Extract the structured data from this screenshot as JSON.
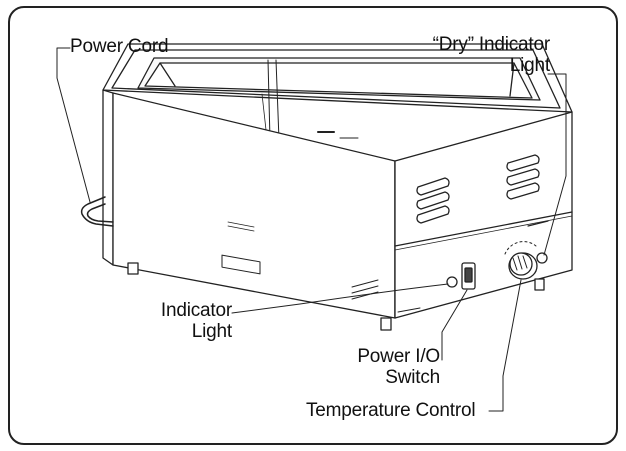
{
  "labels": {
    "power_cord": "Power Cord",
    "dry_indicator_line1": "“Dry” Indicator",
    "dry_indicator_line2": "Light",
    "indicator_light_line1": "Indicator",
    "indicator_light_line2": "Light",
    "power_switch_line1": "Power I/O",
    "power_switch_line2": "Switch",
    "temperature_control": "Temperature Control"
  },
  "colors": {
    "line": "#222222",
    "background": "#ffffff"
  }
}
